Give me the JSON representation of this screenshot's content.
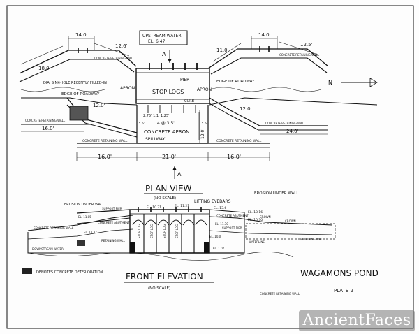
{
  "plan": {
    "upstream_water": "UPSTREAM WATER",
    "upstream_el": "EL. 6.47",
    "dim_left_top": "14.0'",
    "dim_left_wing": "12.6'",
    "dim_left_slope": "18.0'",
    "dim_right_top": "14.0'",
    "dim_right_wing": "12.5'",
    "dim_right_slope": "11.0'",
    "conc_retaining_wall": "CONCRETE RETAINING WALL",
    "sinkhole": "DIA. SINK-HOLE RECENTLY FILLED-IN",
    "edge_roadway_left": "EDGE OF ROADWAY",
    "edge_roadway_right": "EDGE OF ROADWAY",
    "apron_left": "APRON",
    "stop_logs": "STOP LOGS",
    "pier": "PIER",
    "apron_right": "APRON",
    "curb": "CURB",
    "dim_left_low": "12.0'",
    "dim_right_low": "12.0'",
    "dim_16a": "16.0'",
    "dim_24": "24.0'",
    "small_dims": "2.75' 1.1' 1.25'",
    "small_35a": "3.5'",
    "small_35b": "3.5'",
    "bays": "4 @ 3.5'",
    "concrete_apron": "CONCRETE APRON",
    "spillway": "SPILLWAY",
    "dim_120": "12.0'",
    "bottom_wall": "CONCRETE RETAINING WALL",
    "dim_16b": "16.0'",
    "dim_21": "21.0'",
    "dim_16c": "16.0'",
    "section_a_top": "A",
    "section_a_bottom": "A",
    "north": "N"
  },
  "plan_view_title": "PLAN VIEW",
  "plan_view_scale": "(NO SCALE)",
  "front": {
    "erosion_left": "EROSION UNDER WALL",
    "el_1071": "EL. 10.71",
    "el_1121": "EL. 11.21",
    "lifting_eyebars": "LIFTING EYEBARS",
    "el_136": "EL. 13.6",
    "erosion_right": "EROSION UNDER WALL",
    "el_1316": "EL. 13.16",
    "el_1030": "EL. 10.30",
    "support_pier": "SUPPORT PIER",
    "el_1105": "EL. 11.05",
    "conc_abutment": "CONCRETE ABUTMENT",
    "conc_wall_left": "CONCRETE RETAINING WALL",
    "support_pier_r": "SUPPORT PIER",
    "conc_abutment_r": "CONCRETE ABUTMENT",
    "el_1130": "EL. 11.30",
    "el_1137": "EL. 11.37",
    "el_100": "EL. 10.0",
    "el_1107": "EL. 1.07",
    "crown": "CROWN",
    "crown2": "CROWN",
    "conc_wall_right": "CONCRETE RETAINING WALL",
    "retaining_wall_r": "RETAINING WALL",
    "waterline": "WATERLINE",
    "downstream_water": "DOWNSTREAM WATER",
    "retaining_wall_l": "RETAINING WALL",
    "bay_labels": [
      "STOP LOG",
      "STOP LOG",
      "STOP LOG",
      "STOP LOG"
    ]
  },
  "legend": "DENOTES CONCRETE DETERIORATION",
  "front_title": "FRONT ELEVATION",
  "front_scale": "(NO SCALE)",
  "project_title": "WAGAMONS POND",
  "plate": "PLATE 2",
  "watermark": "AncientFaces"
}
